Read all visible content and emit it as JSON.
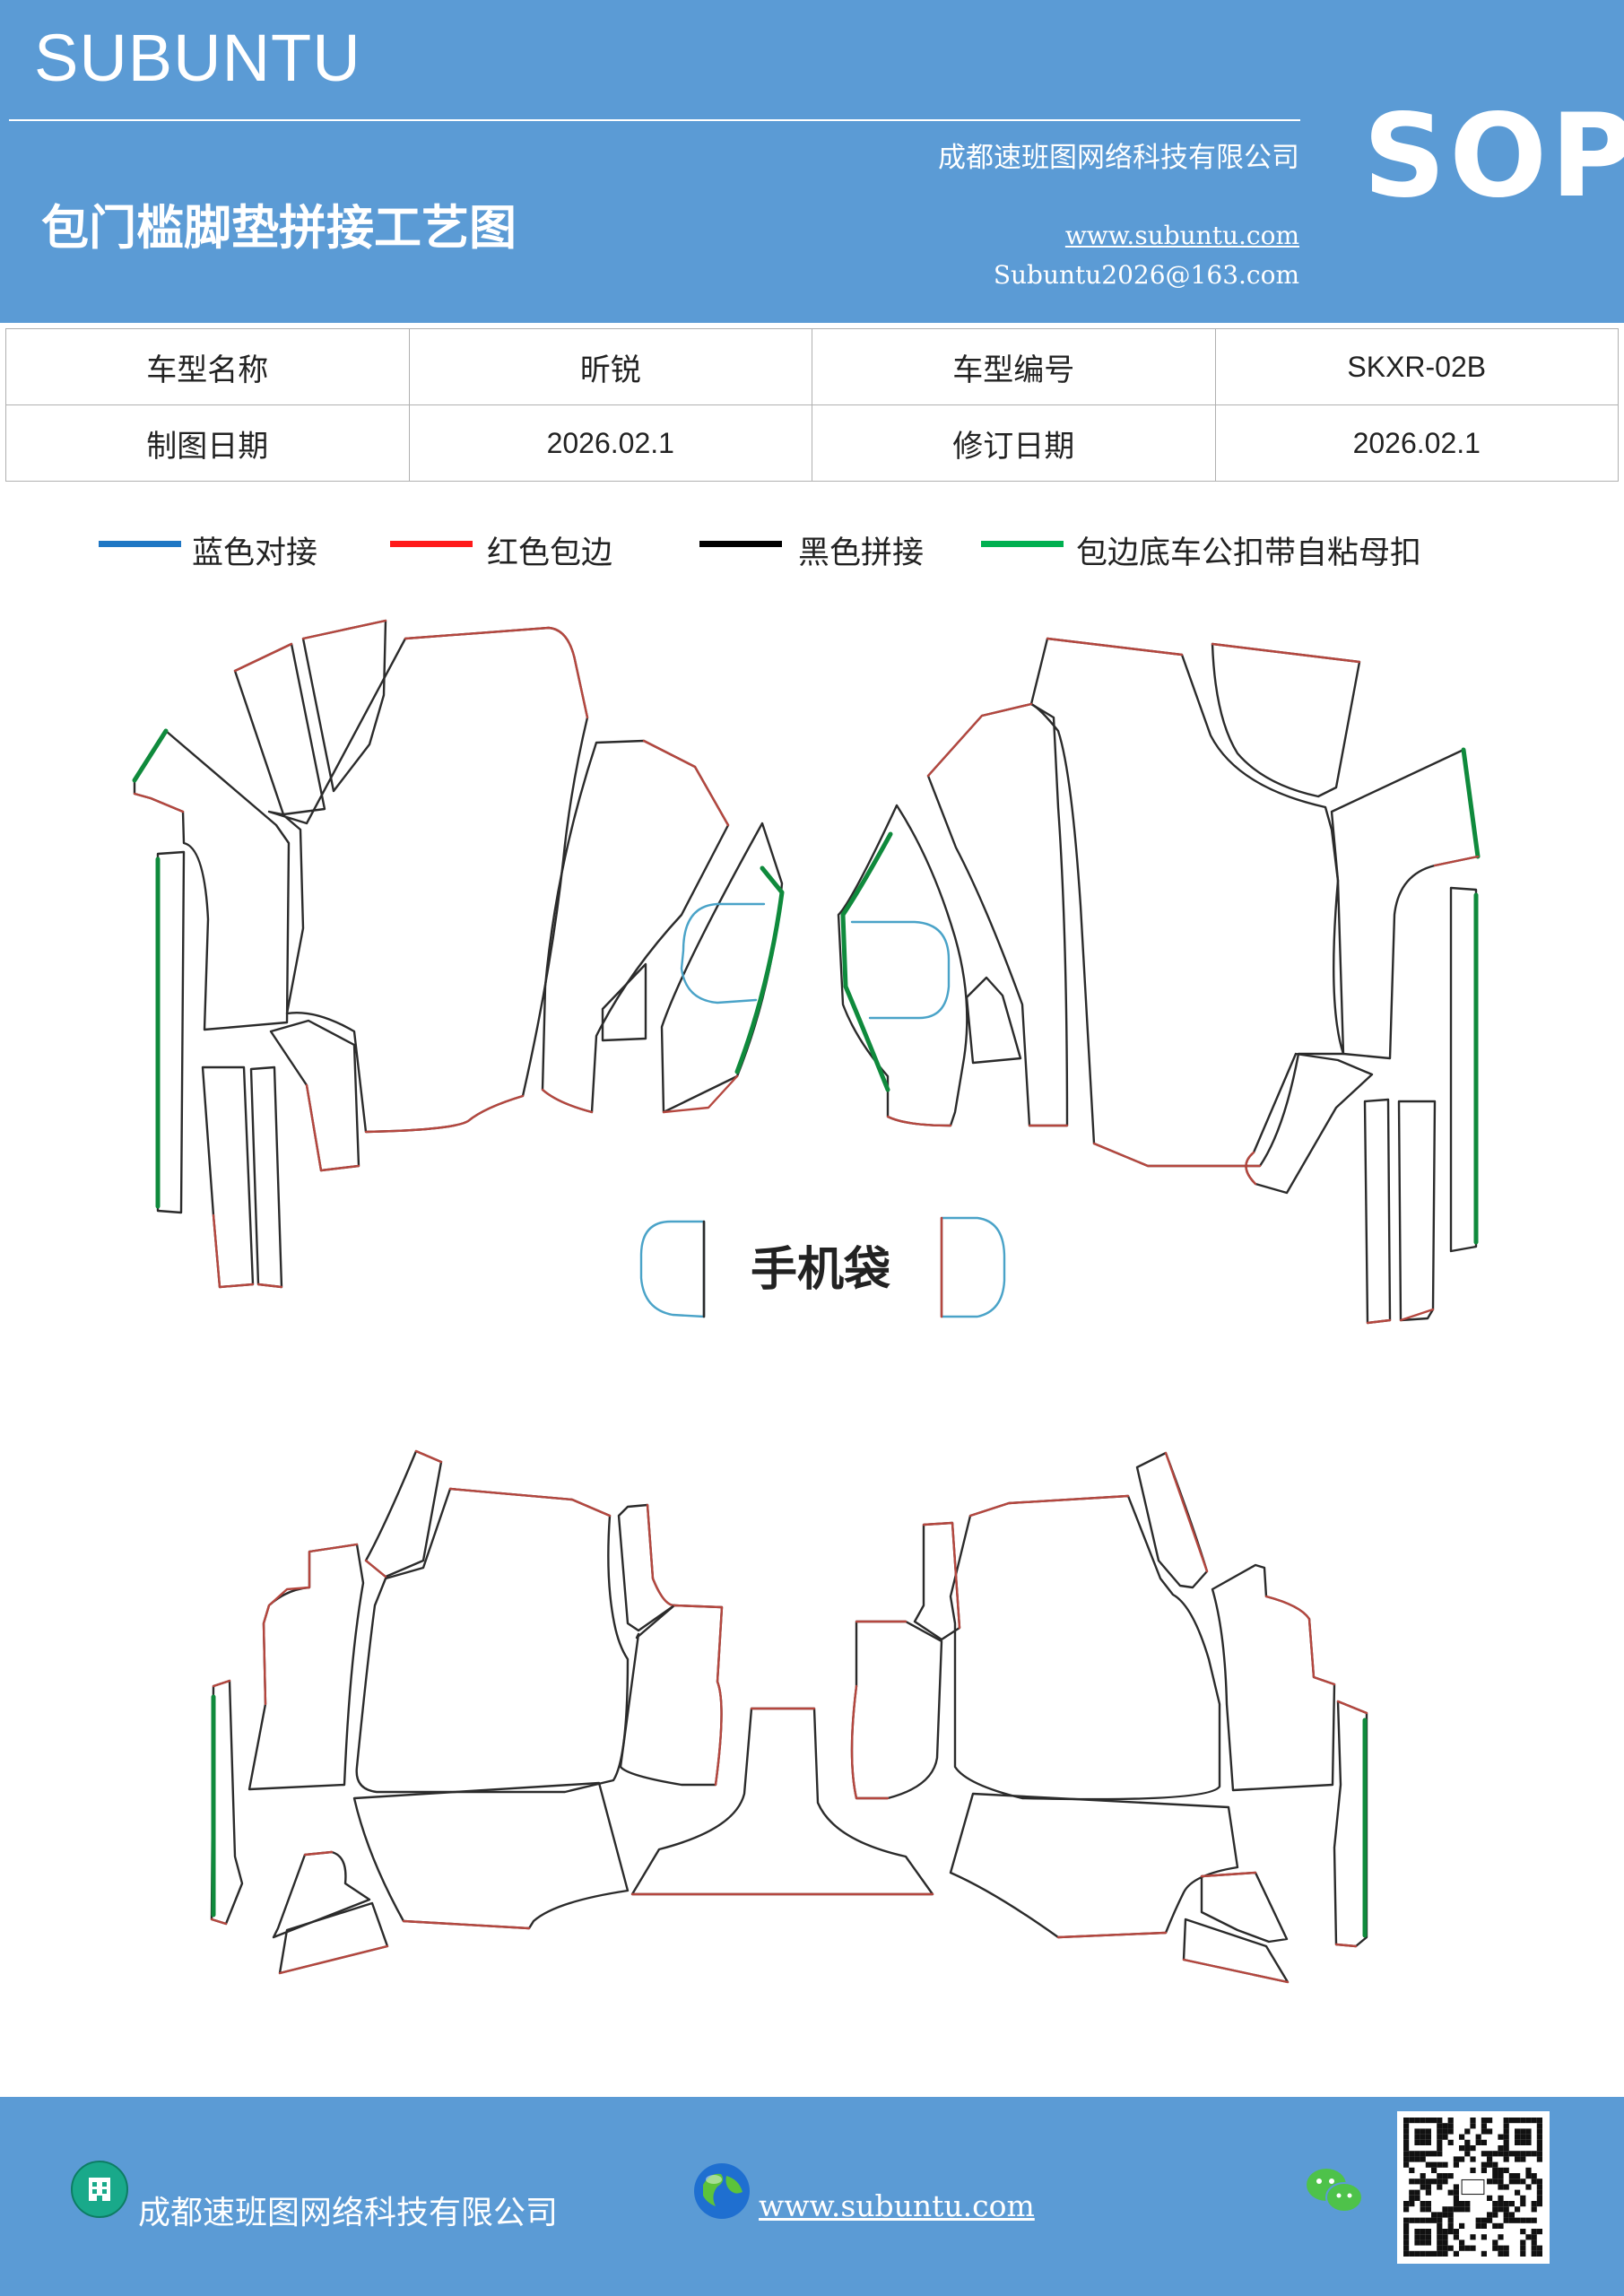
{
  "header": {
    "brand": "SUBUNTU",
    "company": "成都速班图网络科技有限公司",
    "title": "包门槛脚垫拼接工艺图",
    "website": "www.subuntu.com",
    "email": "Subuntu2026@163.com",
    "badge": "SOP",
    "background_color": "#5b9bd5"
  },
  "info_table": {
    "rows": [
      [
        "车型名称",
        "昕锐",
        "车型编号",
        "SKXR-02B"
      ],
      [
        "制图日期",
        "2026.02.1",
        "修订日期",
        "2026.02.1"
      ]
    ]
  },
  "legend": [
    {
      "label": "蓝色对接",
      "color": "#1f77c4"
    },
    {
      "label": "红色包边",
      "color": "#ff1a1a"
    },
    {
      "label": "黑色拼接",
      "color": "#000000"
    },
    {
      "label": "包边底车公扣带自粘母扣",
      "color": "#00b050"
    }
  ],
  "diagram": {
    "phone_pocket_label": "手机袋",
    "outline_colors": {
      "seam": "#2b2b2b",
      "edge": "#b5473f",
      "butt": "#4aa3c8",
      "hook": "#0f8a3c"
    }
  },
  "footer": {
    "company": "成都速班图网络科技有限公司",
    "website": "www.subuntu.com",
    "icons": [
      "building-icon",
      "globe-icon",
      "wechat-icon",
      "qr-code"
    ]
  }
}
